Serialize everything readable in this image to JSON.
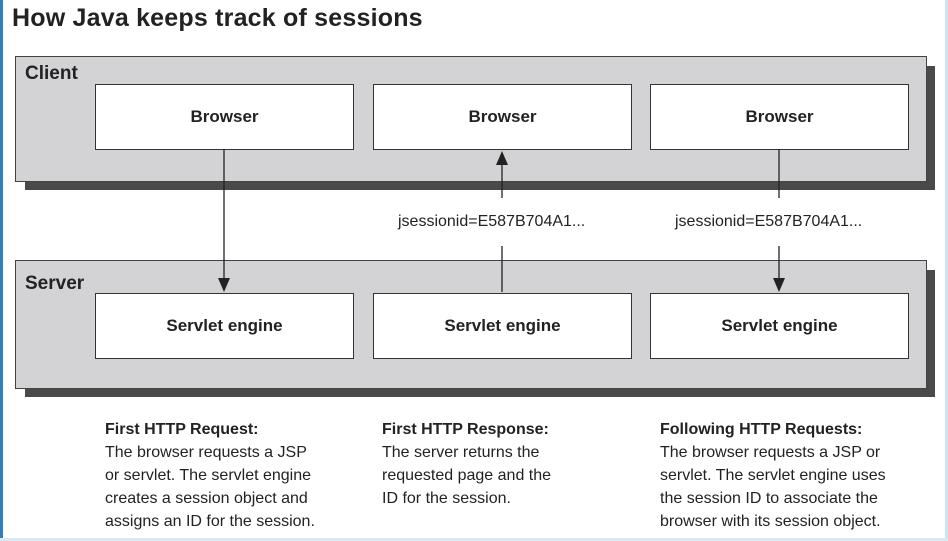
{
  "title": "How Java keeps track of sessions",
  "client_panel": {
    "label": "Client",
    "boxes": [
      "Browser",
      "Browser",
      "Browser"
    ]
  },
  "server_panel": {
    "label": "Server",
    "boxes": [
      "Servlet engine",
      "Servlet engine",
      "Servlet engine"
    ]
  },
  "session_tokens": [
    "jsessionid=E587B704A1...",
    "jsessionid=E587B704A1..."
  ],
  "captions": [
    {
      "heading": "First HTTP Request:",
      "lines": [
        "The browser requests a JSP",
        "or servlet. The servlet engine",
        "creates a session object and",
        "assigns an ID for the session."
      ]
    },
    {
      "heading": "First HTTP Response:",
      "lines": [
        "The server returns the",
        "requested page and the",
        "ID for the session."
      ]
    },
    {
      "heading": "Following HTTP Requests:",
      "lines": [
        "The browser requests a JSP or",
        "servlet. The servlet engine uses",
        "the session ID to associate the",
        "browser with its session object."
      ]
    }
  ]
}
